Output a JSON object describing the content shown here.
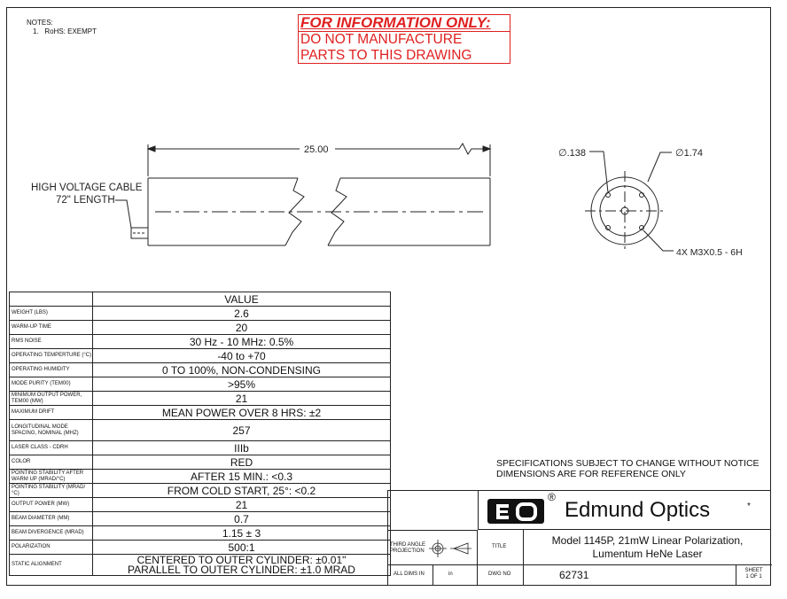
{
  "notes": {
    "heading": "NOTES:",
    "item_num": "1.",
    "item_text": "RoHS: EXEMPT"
  },
  "warning": {
    "line1": "FOR INFORMATION ONLY:",
    "line2": "DO NOT MANUFACTURE",
    "line3": "PARTS TO THIS DRAWING",
    "color": "#e02020"
  },
  "drawing": {
    "length_dim": "25.00",
    "cable_label_1": "HIGH VOLTAGE CABLE",
    "cable_label_2": "72\" LENGTH",
    "hole_dia": "∅.138",
    "outer_dia": "∅1.74",
    "thread_callout": "4X M3X0.5 - 6H"
  },
  "specs": {
    "header": "VALUE",
    "rows": [
      {
        "key": "WEIGHT (lbs)",
        "value": "2.6"
      },
      {
        "key": "WARM-UP TIME",
        "value": "20"
      },
      {
        "key": "RMS NOISE",
        "value": "30 Hz - 10 MHz: 0.5%"
      },
      {
        "key": "OPERATING TEMPERTURE (°C)",
        "value": "-40 to +70"
      },
      {
        "key": "OPERATING HUMIDITY",
        "value": "0 TO 100%, NON-CONDENSING"
      },
      {
        "key": "MODE PURITY (TEM00)",
        "value": ">95%"
      },
      {
        "key": "MINIMUM OUTPUT POWER, TEM00 (mW)",
        "value": "21"
      },
      {
        "key": "MAXIMUM DRIFT",
        "value": "MEAN POWER OVER 8 HRS: ±2"
      },
      {
        "key": "LONGITUDINAL MODE SPACING, NOMINAL (MHz)",
        "value": "257"
      },
      {
        "key": "LASER CLASS - CDRH",
        "value": "IIIb"
      },
      {
        "key": "COLOR",
        "value": "RED"
      },
      {
        "key": "POINTING STABILITY AFTER WARM UP (mrad/°C)",
        "value": "AFTER 15 MIN.: <0.3"
      },
      {
        "key": "POINTING STABILITY (mrad/°C)",
        "value": "FROM COLD START, 25°: <0.2"
      },
      {
        "key": "OUTPUT POWER (mW)",
        "value": "21"
      },
      {
        "key": "BEAM DIAMETER (mm)",
        "value": "0.7"
      },
      {
        "key": "BEAM DIVERGENCE (mrad)",
        "value": "1.15 ± 3"
      },
      {
        "key": "POLARIZATION",
        "value": "500:1"
      },
      {
        "key": "STATIC ALIGNMENT",
        "value": "CENTERED TO OUTER CYLINDER: ±0.01\"",
        "value2": "PARALLEL TO OUTER CYLINDER: ±1.0 MRAD"
      }
    ]
  },
  "spec_note": {
    "line1": "SPECIFICATIONS SUBJECT TO CHANGE WITHOUT NOTICE",
    "line2": "DIMENSIONS ARE FOR REFERENCE ONLY"
  },
  "title_block": {
    "company": "Edmund Optics",
    "logo_text": "EO",
    "registered": "®",
    "star": "*",
    "projection_1": "THIRD ANGLE",
    "projection_2": "PROJECTION",
    "title_label": "TITLE",
    "title_1": "Model 1145P, 21mW Linear Polarization,",
    "title_2": "Lumentum HeNe Laser",
    "all_dims_label": "ALL DIMS IN",
    "units": "in",
    "dwg_label": "DWG NO",
    "dwg_no": "62731",
    "sheet_label": "SHEET",
    "sheet_value": "1 OF 1"
  }
}
